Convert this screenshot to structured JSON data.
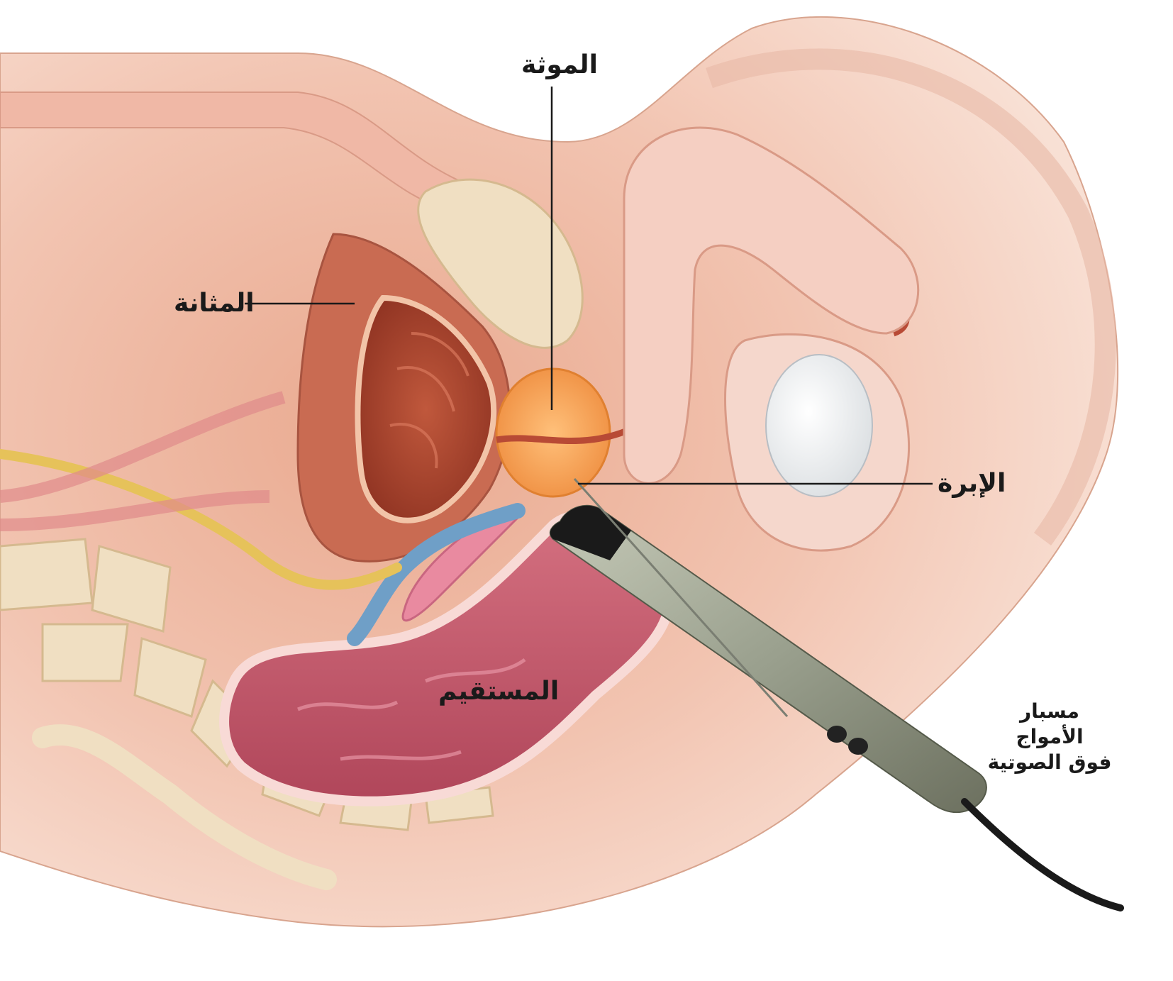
{
  "labels": {
    "prostate": "الموثة",
    "bladder": "المثانة",
    "needle": "الإبرة",
    "rectum": "المستقيم",
    "probe": [
      "مسبار",
      "الأمواج",
      "فوق الصوتية"
    ]
  },
  "colors": {
    "skin": "#f9e3d8",
    "tissue": "#f2c4b1",
    "muscle": "#c96b52",
    "bladder_inner": "#a9442e",
    "prostate": "#f5a35a",
    "rectum": "#c5566a",
    "bone": "#f0dfc2",
    "vessel_blue": "#6f9fc7",
    "seminal_pink": "#e98aa0",
    "ureter_yellow": "#e6c25a",
    "probe_body": "#9aa08e",
    "leader_line": "#1a1a1a"
  }
}
